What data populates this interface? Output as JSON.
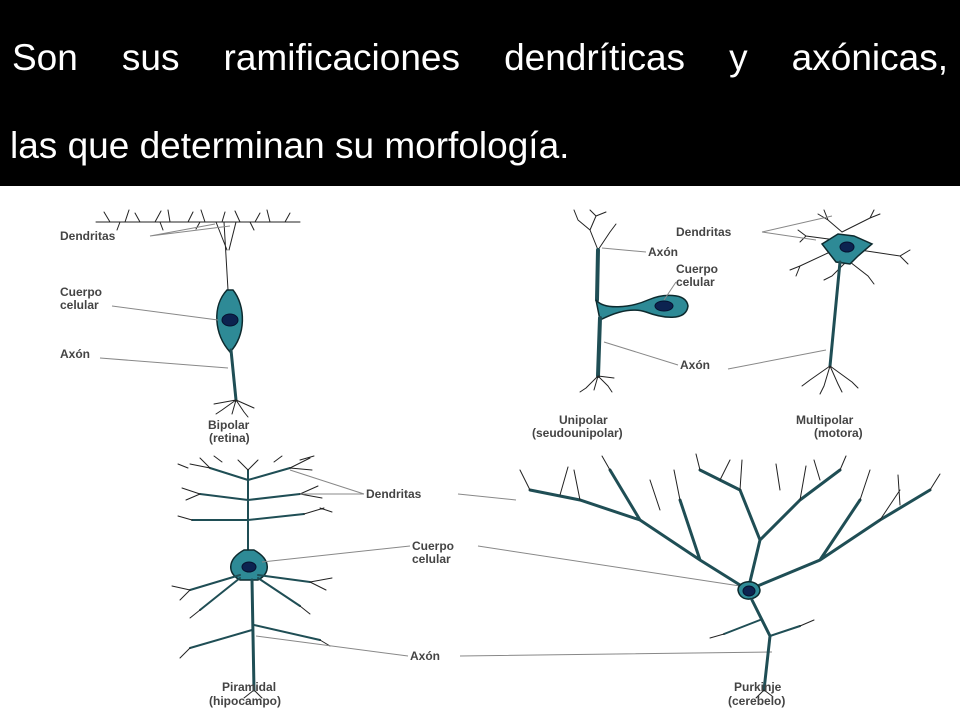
{
  "title": {
    "line1": "Son sus ramificaciones dendríticas y axónicas,",
    "line2": "las que determinan su morfología."
  },
  "labels": {
    "dendritas": "Dendritas",
    "cuerpo": "Cuerpo",
    "celular": "celular",
    "axon": "Axón"
  },
  "neurons": {
    "bipolar": {
      "name": "Bipolar",
      "sub": "(retina)"
    },
    "unipolar": {
      "name": "Unipolar",
      "sub": "(seudounipolar)"
    },
    "multipolar": {
      "name": "Multipolar",
      "sub": "(motora)"
    },
    "piramidal": {
      "name": "Piramidal",
      "sub": "(hipocampo)"
    },
    "purkinje": {
      "name": "Purkinje",
      "sub": "(cerebelo)"
    }
  },
  "colors": {
    "header_bg": "#000000",
    "header_text": "#ffffff",
    "cell": "#2e8a96",
    "nucleus": "#0c2350"
  }
}
